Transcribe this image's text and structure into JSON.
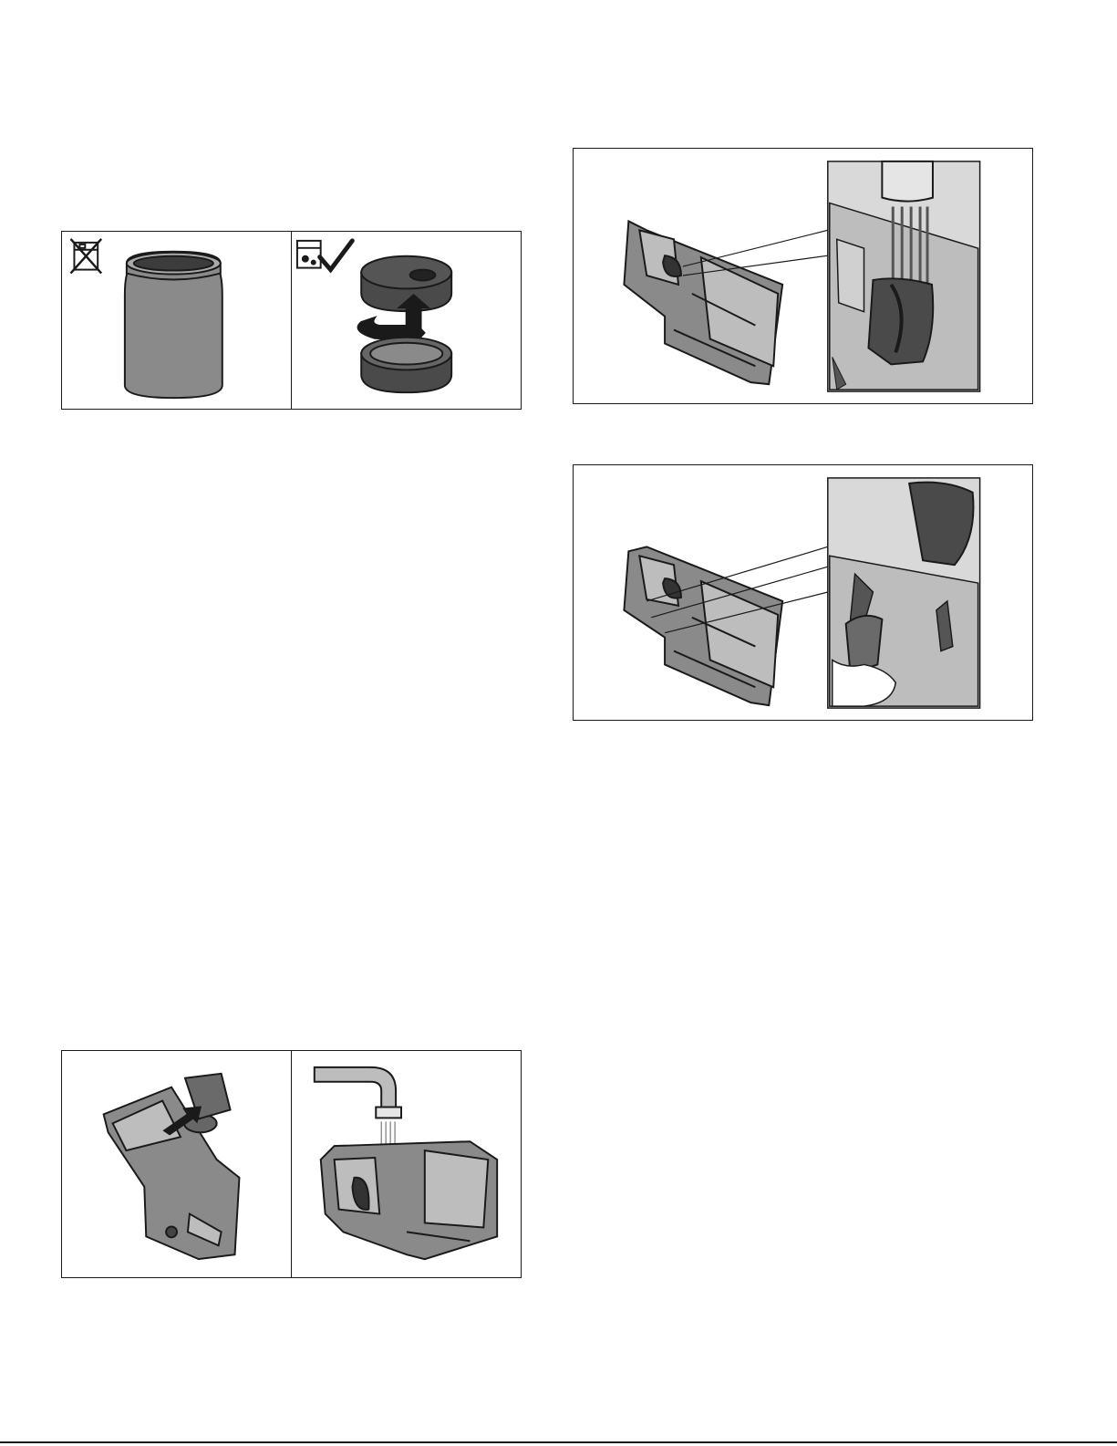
{
  "page": {
    "title": "",
    "colors": {
      "stroke": "#1a1a1a",
      "part_grey": "#8a8a8a",
      "part_dark": "#555555",
      "part_light": "#bdbdbd"
    }
  },
  "figures": [
    {
      "name": "milk-container-care",
      "panels": [
        "container-not-dishwasher-safe",
        "lid-dishwasher-safe"
      ],
      "icons": [
        "no-dishwasher-icon",
        "dishwasher-ok-icon",
        "checkmark-icon"
      ]
    },
    {
      "name": "brewing-unit-rinse-detail",
      "panels": [
        "brewing-unit-overview",
        "rinse-closeup"
      ]
    },
    {
      "name": "brewing-unit-wipe-detail",
      "panels": [
        "brewing-unit-overview",
        "wipe-closeup"
      ]
    },
    {
      "name": "brewing-unit-disassemble-rinse",
      "panels": [
        "remove-cover",
        "rinse-under-tap"
      ]
    }
  ]
}
